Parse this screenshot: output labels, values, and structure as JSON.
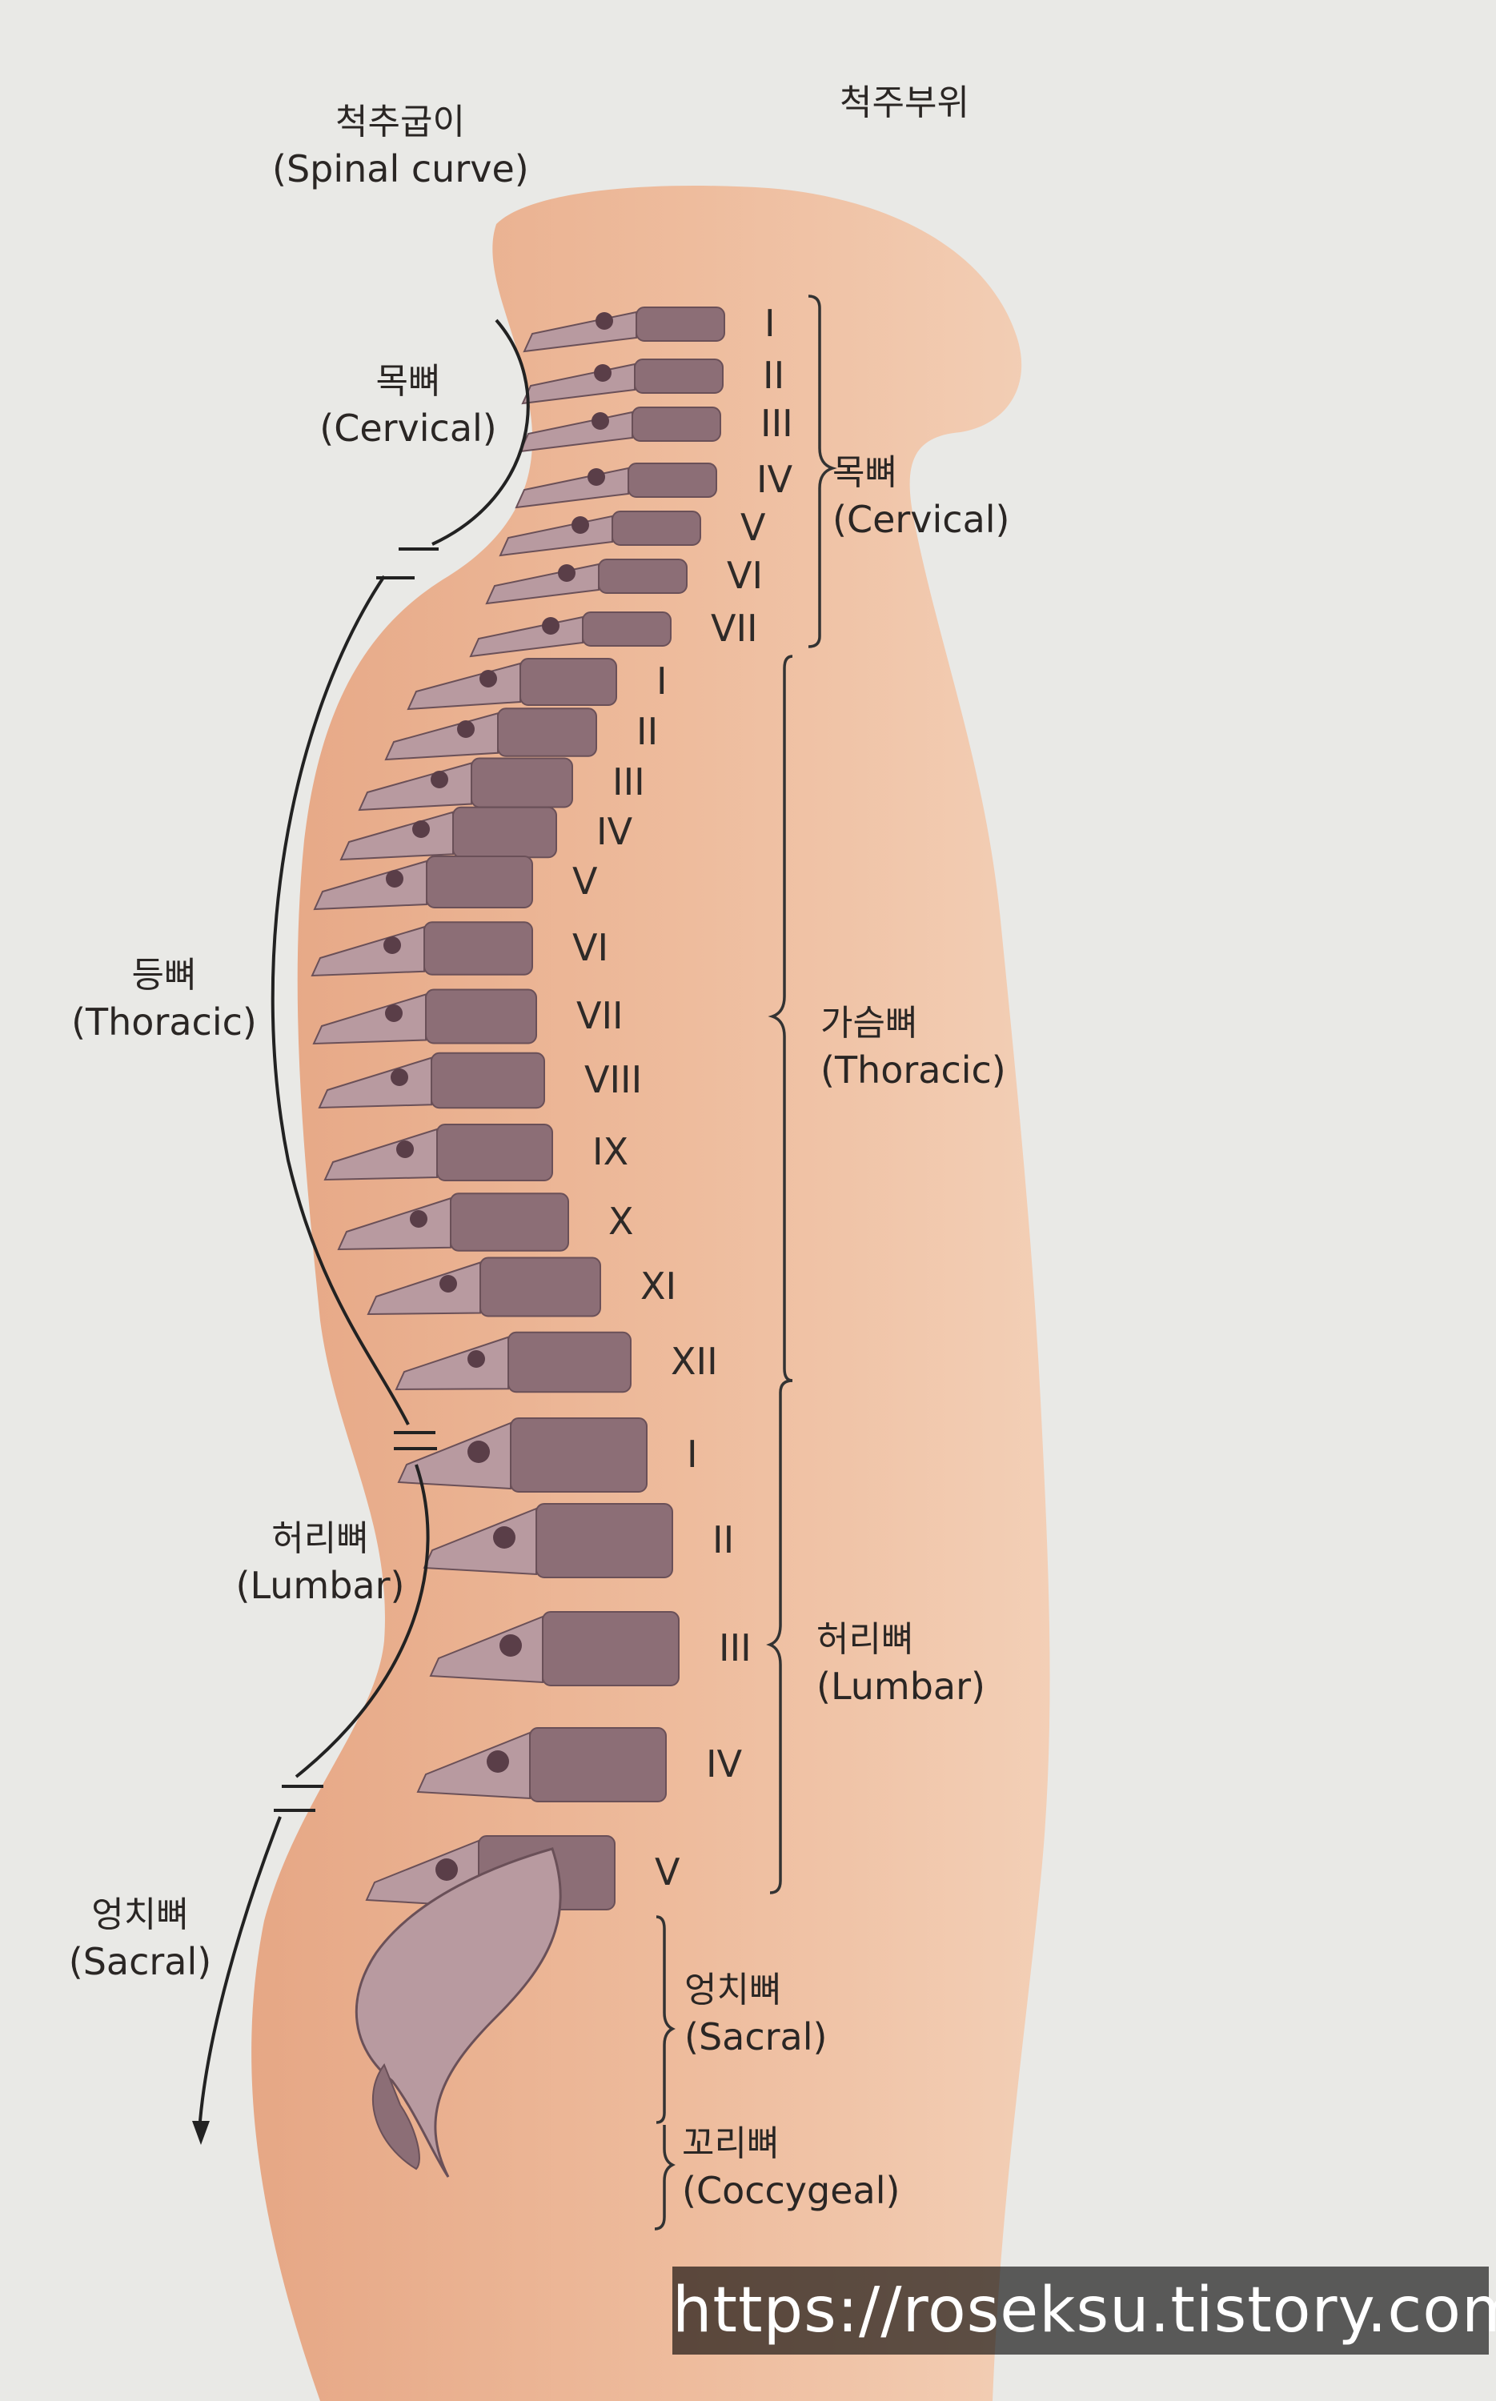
{
  "headers": {
    "curve_ko": "척추굽이",
    "curve_en": "(Spinal curve)",
    "region": "척주부위"
  },
  "curve_labels": {
    "cervical": {
      "ko": "목뼈",
      "en": "(Cervical)"
    },
    "thoracic": {
      "ko": "등뼈",
      "en": "(Thoracic)"
    },
    "lumbar": {
      "ko": "허리뼈",
      "en": "(Lumbar)"
    },
    "sacral": {
      "ko": "엉치뼈",
      "en": "(Sacral)"
    }
  },
  "region_labels": {
    "cervical": {
      "ko": "목뼈",
      "en": "(Cervical)"
    },
    "thoracic": {
      "ko": "가슴뼈",
      "en": "(Thoracic)"
    },
    "lumbar": {
      "ko": "허리뼈",
      "en": "(Lumbar)"
    },
    "sacral": {
      "ko": "엉치뼈",
      "en": "(Sacral)"
    },
    "coccygeal": {
      "ko": "꼬리뼈",
      "en": "(Coccygeal)"
    }
  },
  "vertebrae": {
    "cervical": [
      "I",
      "II",
      "III",
      "IV",
      "V",
      "VI",
      "VII"
    ],
    "thoracic": [
      "I",
      "II",
      "III",
      "IV",
      "V",
      "VI",
      "VII",
      "VIII",
      "IX",
      "X",
      "XI",
      "XII"
    ],
    "lumbar": [
      "I",
      "II",
      "III",
      "IV",
      "V"
    ]
  },
  "watermark": "https://roseksu.tistory.com",
  "colors": {
    "background": "#e9e9e6",
    "body": "#e8b08e",
    "bone": "#8c6e76",
    "bone_light": "#b89aa0",
    "text": "#2a2624"
  }
}
